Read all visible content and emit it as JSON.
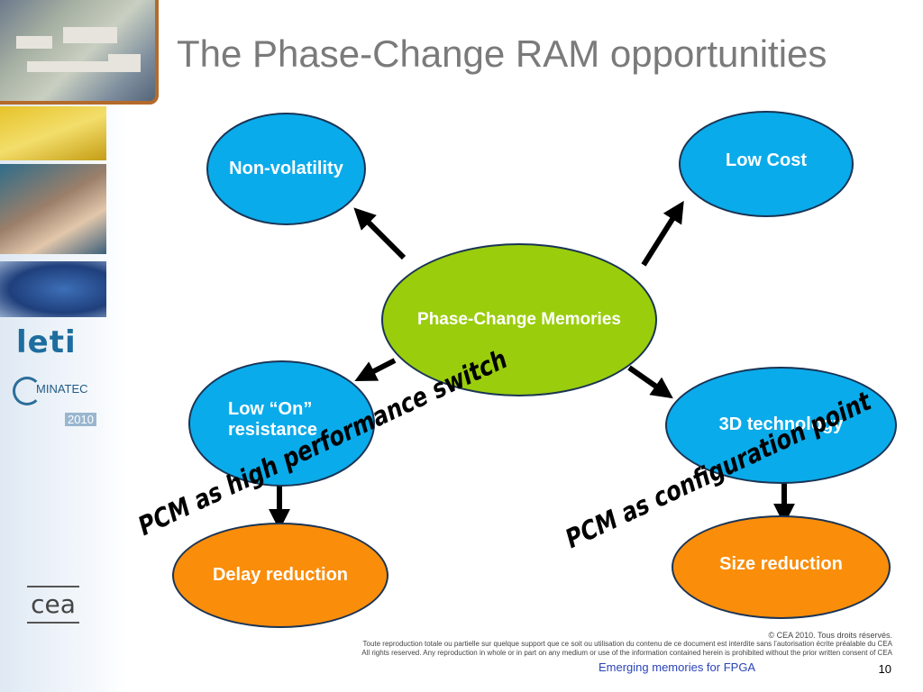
{
  "slide": {
    "title": "The Phase-Change RAM opportunities",
    "center": "Phase-Change Memories",
    "nodes": {
      "non_volatility": "Non-volatility",
      "low_cost": "Low Cost",
      "low_on_resistance": "Low “On” resistance",
      "three_d_technology": "3D technology",
      "delay_reduction": "Delay reduction",
      "size_reduction": "Size reduction"
    },
    "annotations": {
      "left": "PCM as high performance switch",
      "right": "PCM as configuration point"
    }
  },
  "sidebar": {
    "brand": "leti",
    "partner": "MINATEC",
    "year": "2010",
    "logo": "cea"
  },
  "footer": {
    "copyright": "© CEA 2010. Tous droits réservés.",
    "notice_fr": "Toute reproduction totale ou partielle sur quelque support que ce soit ou utilisation du contenu de ce document est interdite sans l’autorisation écrite préalable du CEA",
    "notice_en": "All rights reserved. Any reproduction in whole or in part on any medium or use of the information contained herein is prohibited without the prior written consent of CEA",
    "topic": "Emerging memories for FPGA",
    "page": "10"
  },
  "colors": {
    "blue_bubble": "#0aabea",
    "orange_bubble": "#fa8d0a",
    "green_bubble": "#9acd0c",
    "title": "#7a7a7a",
    "footer_link": "#2a43b8"
  }
}
